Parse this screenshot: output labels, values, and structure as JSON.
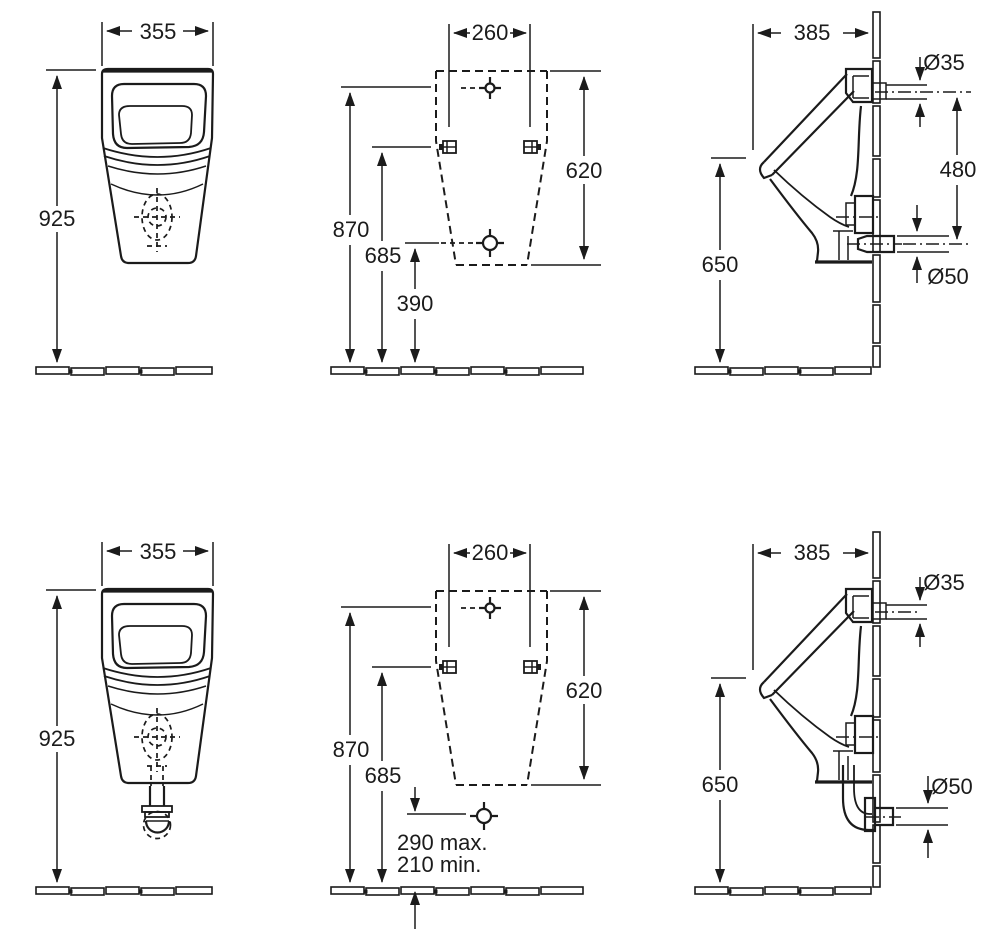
{
  "colors": {
    "line": "#1b1b1b",
    "background": "#ffffff"
  },
  "row1": {
    "front": {
      "width": "355",
      "height": "925"
    },
    "template": {
      "width": "260",
      "h870": "870",
      "h685": "685",
      "h390": "390",
      "h620": "620"
    },
    "side": {
      "depth": "385",
      "dia_inlet": "Ø35",
      "h480": "480",
      "h650": "650",
      "dia_outlet": "Ø50"
    }
  },
  "row2": {
    "front": {
      "width": "355",
      "height": "925"
    },
    "template": {
      "width": "260",
      "h870": "870",
      "h685": "685",
      "h620": "620",
      "note_max": "290 max.",
      "note_min": "210 min."
    },
    "side": {
      "depth": "385",
      "dia_inlet": "Ø35",
      "h650": "650",
      "dia_outlet": "Ø50"
    }
  }
}
